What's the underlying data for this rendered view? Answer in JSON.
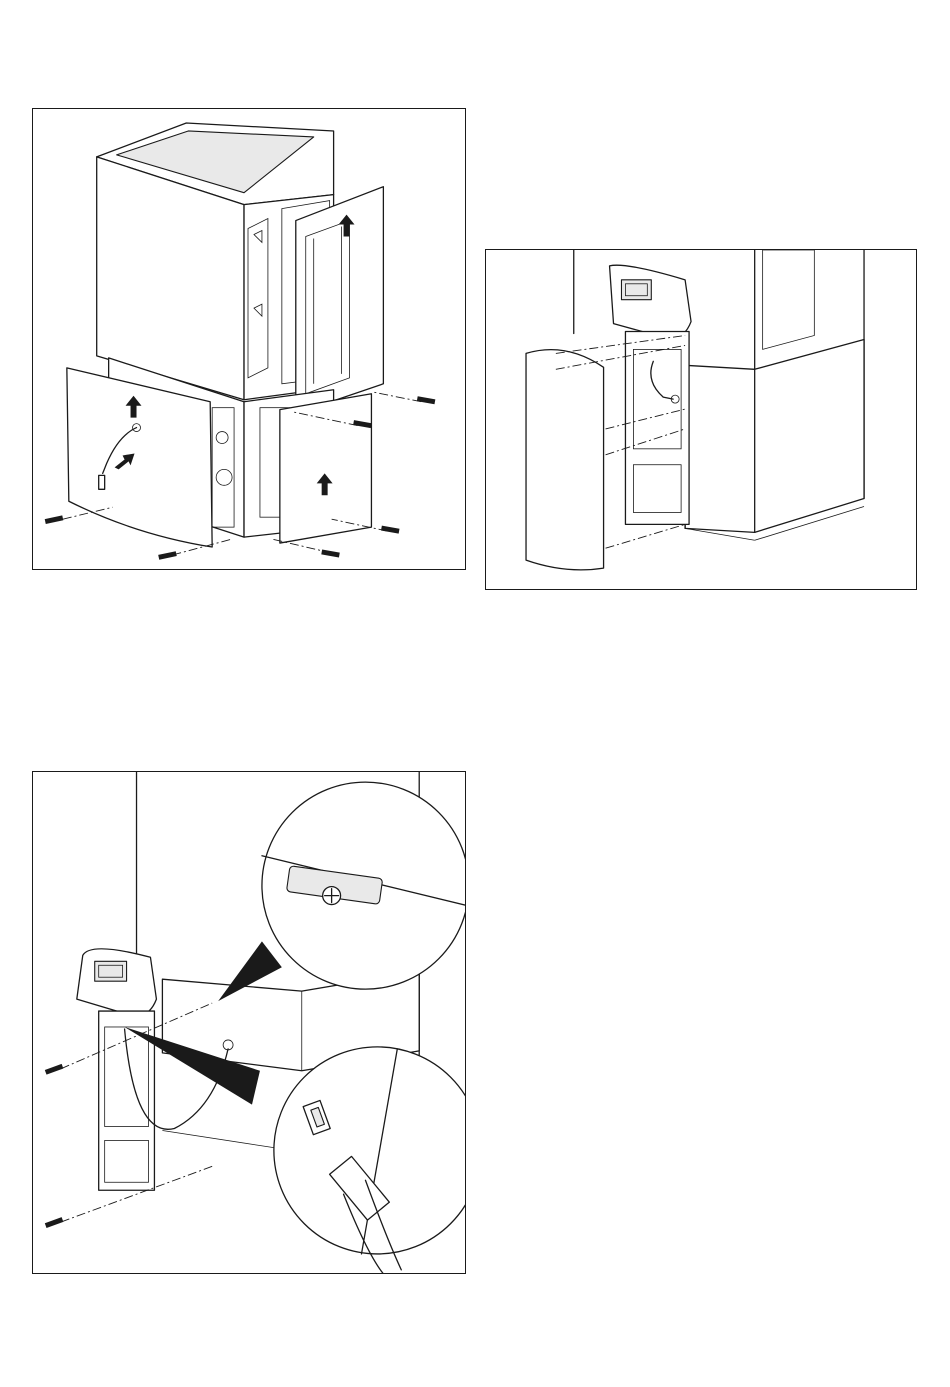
{
  "figures": [
    {
      "id": "fig1",
      "icons": [
        "boiler-unit",
        "upper-side-panel",
        "lower-front-panel",
        "lower-side-panel",
        "screw",
        "arrow"
      ]
    },
    {
      "id": "fig2",
      "icons": [
        "boiler-unit",
        "control-panel",
        "front-cover",
        "mounting-frame",
        "cable"
      ]
    },
    {
      "id": "fig3",
      "icons": [
        "boiler-unit",
        "control-panel",
        "mounting-frame",
        "screw",
        "detail-magnifier",
        "cable-plug"
      ]
    }
  ],
  "colors": {
    "line": "#1a1a1a",
    "background": "#ffffff",
    "shade": "#e9e9e9"
  }
}
